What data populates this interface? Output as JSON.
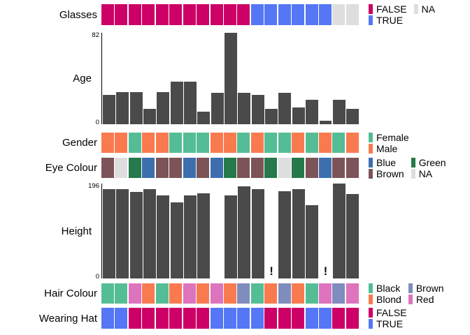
{
  "chart_data": {
    "type": "table",
    "title": "",
    "n_observations": 19,
    "panels": [
      {
        "name": "Glasses",
        "label": "Glasses",
        "kind": "categorical",
        "values": [
          "FALSE",
          "FALSE",
          "FALSE",
          "FALSE",
          "FALSE",
          "FALSE",
          "FALSE",
          "FALSE",
          "FALSE",
          "FALSE",
          "FALSE",
          "TRUE",
          "TRUE",
          "TRUE",
          "TRUE",
          "TRUE",
          "TRUE",
          "NA",
          "NA"
        ],
        "legend": [
          {
            "label": "FALSE",
            "color": "#CC0066"
          },
          {
            "label": "TRUE",
            "color": "#5577F5"
          },
          {
            "label": "NA",
            "color": "#DEDEDE"
          }
        ],
        "legend_layout": [
          [
            "FALSE",
            "TRUE"
          ],
          [
            "NA"
          ]
        ]
      },
      {
        "name": "Age",
        "label": "Age",
        "kind": "numeric",
        "ylim": [
          0,
          82
        ],
        "tick_top": "82",
        "tick_bottom": "0",
        "values": [
          26,
          29,
          29,
          14,
          29,
          38,
          38,
          11,
          28,
          82,
          28,
          26,
          14,
          28,
          15,
          22,
          3,
          22,
          14
        ],
        "bar_color": "#4a4a4a"
      },
      {
        "name": "Gender",
        "label": "Gender",
        "kind": "categorical",
        "values": [
          "Male",
          "Male",
          "Female",
          "Male",
          "Male",
          "Female",
          "Female",
          "Female",
          "Male",
          "Male",
          "Female",
          "Male",
          "Female",
          "Female",
          "Male",
          "Female",
          "Male",
          "Female",
          "Male"
        ],
        "legend": [
          {
            "label": "Female",
            "color": "#55BD95"
          },
          {
            "label": "Male",
            "color": "#FA7A50"
          }
        ],
        "legend_layout": [
          [
            "Female",
            "Male"
          ]
        ]
      },
      {
        "name": "Eye Colour",
        "label": "Eye Colour",
        "kind": "categorical",
        "values": [
          "Brown",
          "NA",
          "Green",
          "Blue",
          "Brown",
          "Brown",
          "Blue",
          "Brown",
          "Blue",
          "Green",
          "Brown",
          "Brown",
          "Green",
          "NA",
          "Green",
          "Brown",
          "Blue",
          "Brown",
          "Brown"
        ],
        "legend": [
          {
            "label": "Blue",
            "color": "#3D6FAF"
          },
          {
            "label": "Brown",
            "color": "#7C5458"
          },
          {
            "label": "Green",
            "color": "#25794A"
          },
          {
            "label": "NA",
            "color": "#DEDEDE"
          }
        ],
        "legend_layout": [
          [
            "Blue",
            "Brown"
          ],
          [
            "Green",
            "NA"
          ]
        ]
      },
      {
        "name": "Height",
        "label": "Height",
        "kind": "numeric",
        "ylim": [
          0,
          196
        ],
        "tick_top": "196",
        "tick_bottom": "0",
        "values": [
          185,
          185,
          179,
          185,
          172,
          157,
          172,
          176,
          null,
          172,
          190,
          184,
          null,
          180,
          185,
          152,
          null,
          196,
          175
        ],
        "missing_marker": "!",
        "missing_marker_positions": [
          13,
          17
        ],
        "bar_color": "#4a4a4a"
      },
      {
        "name": "Hair Colour",
        "label": "Hair Colour",
        "kind": "categorical",
        "values": [
          "Black",
          "Black",
          "Red",
          "Blond",
          "Black",
          "Blond",
          "Red",
          "Blond",
          "Red",
          "Blond",
          "Brown",
          "Black",
          "Blond",
          "Brown",
          "Blond",
          "Black",
          "Red",
          "Brown",
          "Red"
        ],
        "legend": [
          {
            "label": "Black",
            "color": "#55BD95"
          },
          {
            "label": "Blond",
            "color": "#FA7A50"
          },
          {
            "label": "Brown",
            "color": "#7F8CBE"
          },
          {
            "label": "Red",
            "color": "#DE73BE"
          }
        ],
        "legend_layout": [
          [
            "Black",
            "Blond"
          ],
          [
            "Brown",
            "Red"
          ]
        ]
      },
      {
        "name": "Wearing Hat",
        "label": "Wearing Hat",
        "kind": "categorical",
        "values": [
          "TRUE",
          "TRUE",
          "FALSE",
          "FALSE",
          "FALSE",
          "FALSE",
          "FALSE",
          "FALSE",
          "TRUE",
          "TRUE",
          "TRUE",
          "TRUE",
          "FALSE",
          "FALSE",
          "FALSE",
          "TRUE",
          "TRUE",
          "FALSE",
          "FALSE"
        ],
        "legend": [
          {
            "label": "FALSE",
            "color": "#CC0066"
          },
          {
            "label": "TRUE",
            "color": "#5577F5"
          }
        ],
        "legend_layout": [
          [
            "FALSE",
            "TRUE"
          ]
        ]
      }
    ]
  }
}
